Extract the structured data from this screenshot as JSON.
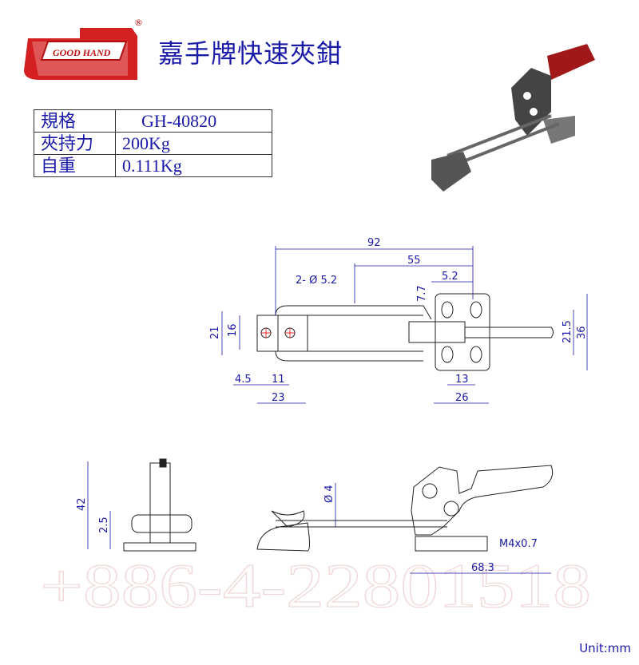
{
  "brand": {
    "logo_text": "GOOD HAND",
    "registered": "®"
  },
  "title": "嘉手牌快速夾鉗",
  "spec_table": [
    {
      "label": "規格",
      "value": "GH-40820"
    },
    {
      "label": "夾持力",
      "value": "200Kg"
    },
    {
      "label": "自重",
      "value": "0.111Kg"
    }
  ],
  "watermark": {
    "phone": "+886-4-22801518"
  },
  "dimensions": {
    "d92": "92",
    "d55": "55",
    "d5_2": "5.2",
    "d7_7": "7.7",
    "holes": "2- Ø 5.2",
    "d21": "21",
    "d16": "16",
    "d21_5": "21.5",
    "d36": "36",
    "d4_5": "4.5",
    "d11": "11",
    "d23": "23",
    "d13": "13",
    "d26": "26",
    "d42": "42",
    "d2_5": "2.5",
    "dia4": "Ø 4",
    "thread": "M4x0.7",
    "d68_3": "68.3"
  },
  "unit": "Unit:mm",
  "colors": {
    "dimension": "#1a1aa8",
    "logo": "#d42020",
    "handle": "#a01818"
  }
}
